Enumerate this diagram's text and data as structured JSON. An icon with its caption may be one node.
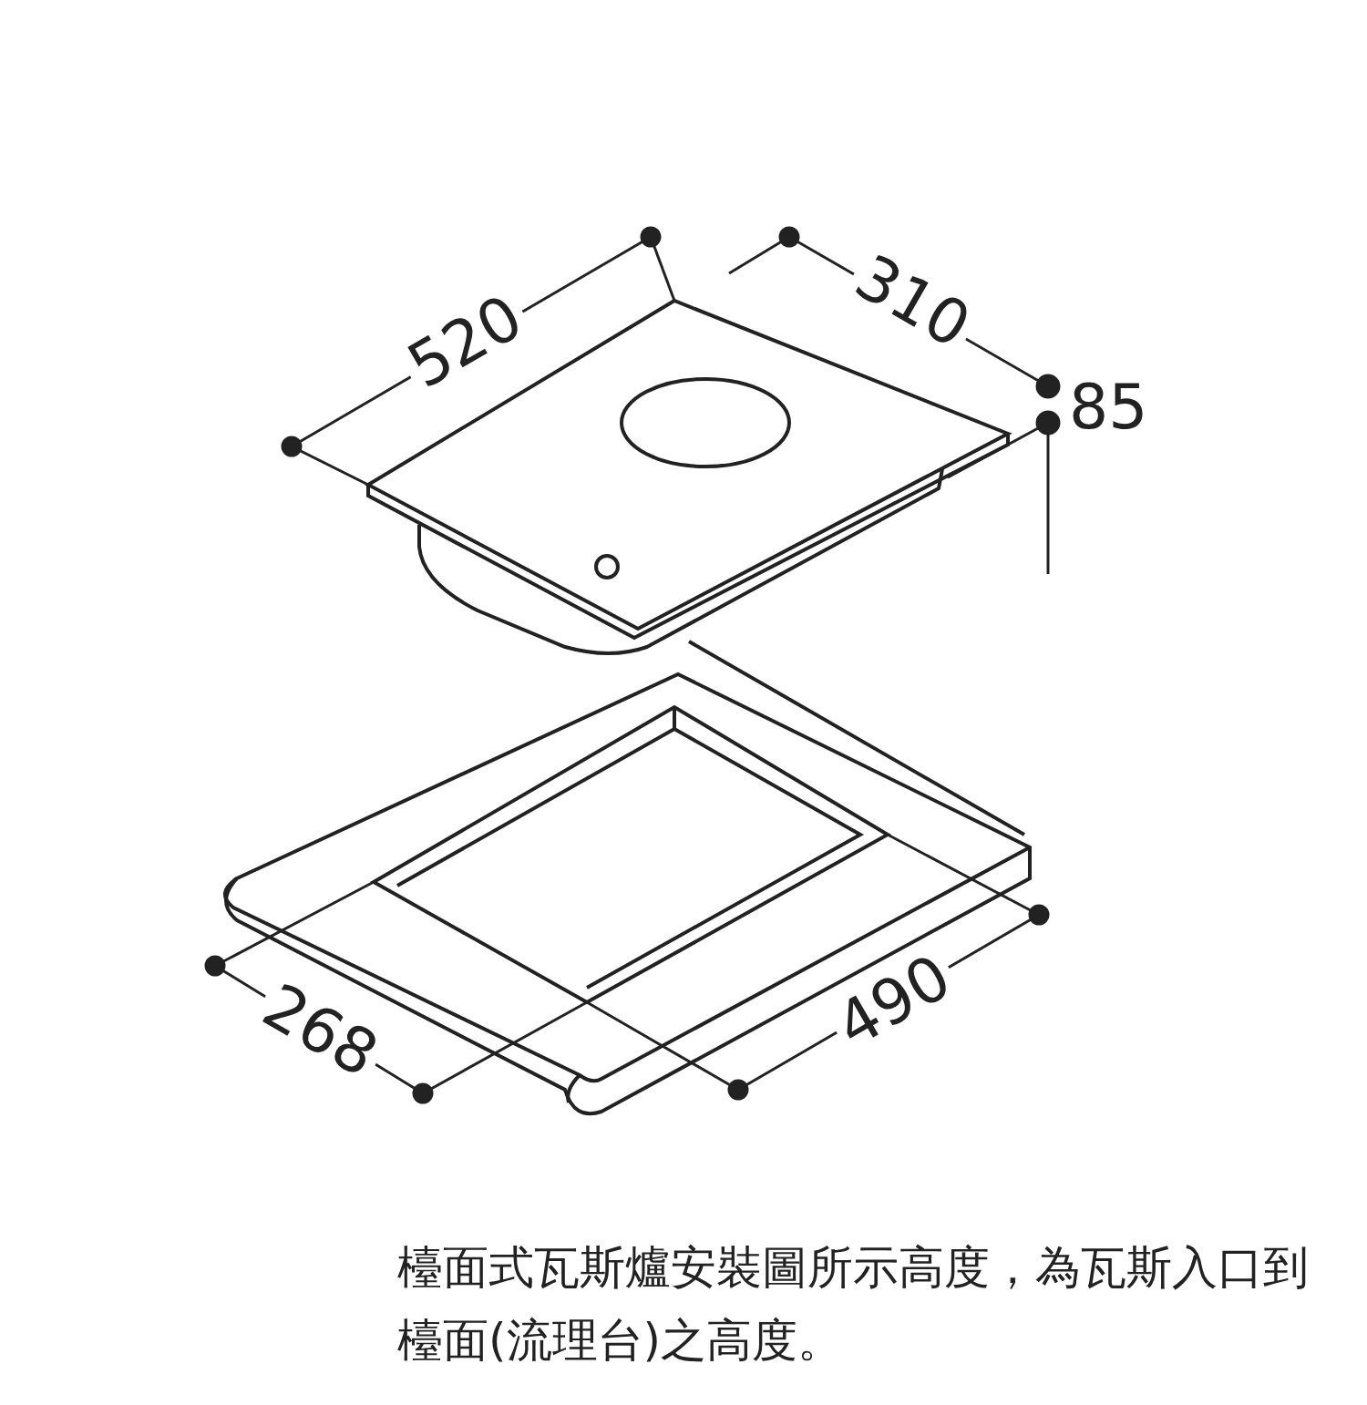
{
  "diagram": {
    "caption": "檯面式瓦斯爐安裝圖所示高度，為瓦斯入口到檯面(流理台)之高度。",
    "labels": [
      "520",
      "310",
      "85",
      "268",
      "490"
    ]
  }
}
